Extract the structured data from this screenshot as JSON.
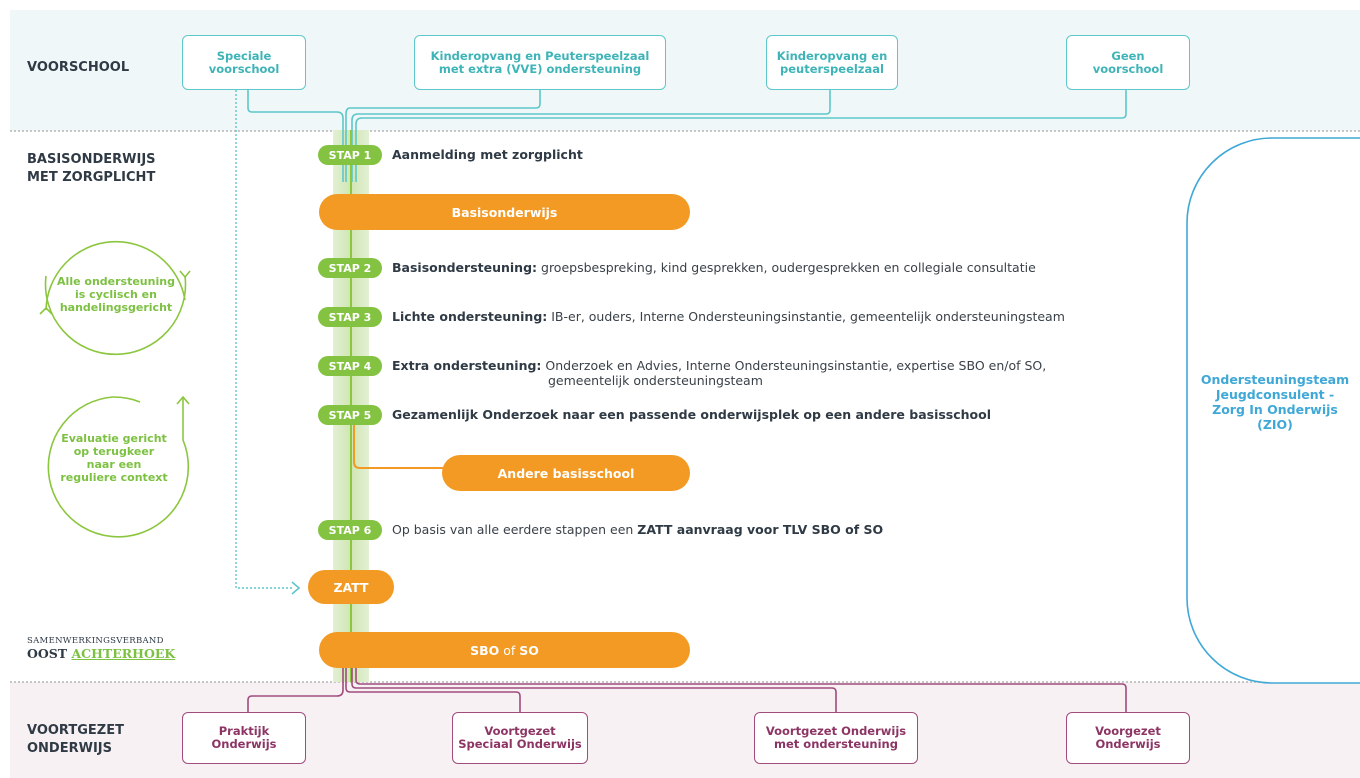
{
  "sections": {
    "voorschool": "VOORSCHOOL",
    "basis_line1": "BASISONDERWIJS",
    "basis_line2": "MET ZORGPLICHT",
    "voortgezet_line1": "VOORTGEZET",
    "voortgezet_line2": "ONDERWIJS"
  },
  "top_boxes": [
    {
      "l1": "Speciale",
      "l2": "voorschool"
    },
    {
      "l1": "Kinderopvang en Peuterspeelzaal",
      "l2": "met extra (VVE) ondersteuning"
    },
    {
      "l1": "Kinderopvang en",
      "l2": "peuterspeelzaal"
    },
    {
      "l1": "Geen",
      "l2": "voorschool"
    }
  ],
  "bottom_boxes": [
    {
      "l1": "Praktijk",
      "l2": "Onderwijs"
    },
    {
      "l1": "Voortgezet",
      "l2": "Speciaal Onderwijs"
    },
    {
      "l1": "Voortgezet Onderwijs",
      "l2": "met ondersteuning"
    },
    {
      "l1": "Voorgezet",
      "l2": "Onderwijs"
    }
  ],
  "steps": [
    {
      "label": "STAP 1",
      "bold": "Aanmelding met zorgplicht",
      "rest": ""
    },
    {
      "label": "STAP 2",
      "bold": "Basisondersteuning:",
      "rest": " groepsbespreking, kind gesprekken, oudergesprekken en collegiale consultatie"
    },
    {
      "label": "STAP 3",
      "bold": "Lichte ondersteuning:",
      "rest": " IB-er, ouders, Interne Ondersteuningsinstantie, gemeentelijk ondersteuningsteam"
    },
    {
      "label": "STAP 4",
      "bold": "Extra ondersteuning:",
      "rest": " Onderzoek en Advies, Interne Ondersteuningsinstantie, expertise SBO en/of SO,",
      "line2": "gemeentelijk ondersteuningsteam"
    },
    {
      "label": "STAP 5",
      "bold": "Gezamenlijk Onderzoek naar een passende onderwijsplek op een andere basisschool",
      "rest": ""
    },
    {
      "label": "STAP 6",
      "pre": "Op basis van alle eerdere stappen een ",
      "bold": "ZATT aanvraag voor TLV SBO of SO"
    }
  ],
  "bars": {
    "basisonderwijs": "Basisonderwijs",
    "andere": "Andere basisschool",
    "zatt": "ZATT",
    "sbo_a": "SBO",
    "sbo_of": " of ",
    "sbo_b": "SO"
  },
  "cycles": {
    "c1": [
      "Alle ondersteuning",
      "is cyclisch en",
      "handelingsgericht"
    ],
    "c2": [
      "Evaluatie gericht",
      "op terugkeer",
      "naar een",
      "reguliere context"
    ]
  },
  "side_panel": [
    "Ondersteuningsteam",
    "Jeugdconsulent -",
    "Zorg In Onderwijs",
    "(ZIO)"
  ],
  "logo": {
    "line1": "SAMENWERKINGSVERBAND",
    "line2a": "OOST",
    "line2b": "ACHTERHOEK"
  },
  "colors": {
    "teal": "#5ec7c9",
    "green": "#84c341",
    "orange": "#f39a24",
    "purple": "#a04c7c",
    "blue": "#3fa8d6"
  }
}
